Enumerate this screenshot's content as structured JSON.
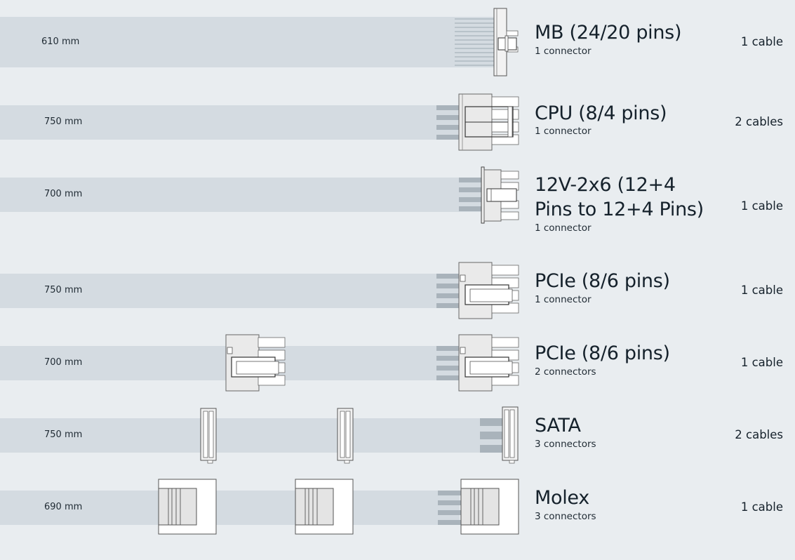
{
  "cables": [
    {
      "id": "mb",
      "length": "610 mm",
      "title": "MB (24/20 pins)",
      "connectors": "1 connector",
      "count": "1 cable",
      "connector_icon": "atx-24pin-connector-icon"
    },
    {
      "id": "cpu",
      "length": "750 mm",
      "title": "CPU (8/4 pins)",
      "connectors": "1 connector",
      "count": "2 cables",
      "connector_icon": "eps-8pin-connector-icon"
    },
    {
      "id": "12v2x6",
      "length": "700 mm",
      "title": "12V-2x6 (12+4 Pins to 12+4 Pins)",
      "connectors": "1 connector",
      "count": "1 cable",
      "connector_icon": "12v-2x6-connector-icon"
    },
    {
      "id": "pcie1",
      "length": "750 mm",
      "title": "PCIe (8/6 pins)",
      "connectors": "1 connector",
      "count": "1 cable",
      "connector_icon": "pcie-8pin-connector-icon"
    },
    {
      "id": "pcie2",
      "length": "700 mm",
      "title": "PCIe (8/6 pins)",
      "connectors": "2 connectors",
      "count": "1 cable",
      "connector_icon": "pcie-8pin-connector-icon"
    },
    {
      "id": "sata",
      "length": "750 mm",
      "title": "SATA",
      "connectors": "3 connectors",
      "count": "2 cables",
      "connector_icon": "sata-connector-icon"
    },
    {
      "id": "molex",
      "length": "690 mm",
      "title": "Molex",
      "connectors": "3 connectors",
      "count": "1 cable",
      "connector_icon": "molex-connector-icon"
    }
  ]
}
